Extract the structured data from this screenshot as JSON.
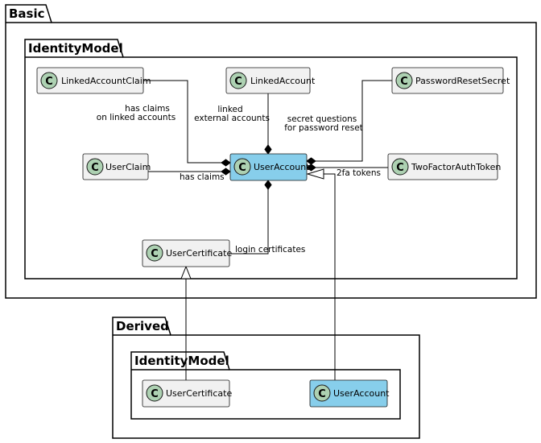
{
  "colors": {
    "class_fill": "#f1f1f1",
    "class_highlight_fill": "#87ceeb",
    "circle_fill": "#add1b2",
    "line": "#000000",
    "package_fill": "#ffffff"
  },
  "packages": {
    "basic": "Basic",
    "basic_identity": "IdentityModel",
    "derived": "Derived",
    "derived_identity": "IdentityModel"
  },
  "classes": {
    "linked_account_claim": "LinkedAccountClaim",
    "linked_account": "LinkedAccount",
    "password_reset_secret": "PasswordResetSecret",
    "user_claim": "UserClaim",
    "user_account": "UserAccount",
    "two_factor_auth_token": "TwoFactorAuthToken",
    "user_certificate": "UserCertificate",
    "derived_user_certificate": "UserCertificate",
    "derived_user_account": "UserAccount"
  },
  "class_marker": "C",
  "labels": {
    "has_claims_linked_1": "has claims",
    "has_claims_linked_2": "on linked accounts",
    "linked_external_1": "linked",
    "linked_external_2": "external accounts",
    "secret_questions_1": "secret questions",
    "secret_questions_2": "for password reset",
    "has_claims": "has claims",
    "twofa_tokens": "2fa tokens",
    "login_certificates": "login certificates"
  }
}
